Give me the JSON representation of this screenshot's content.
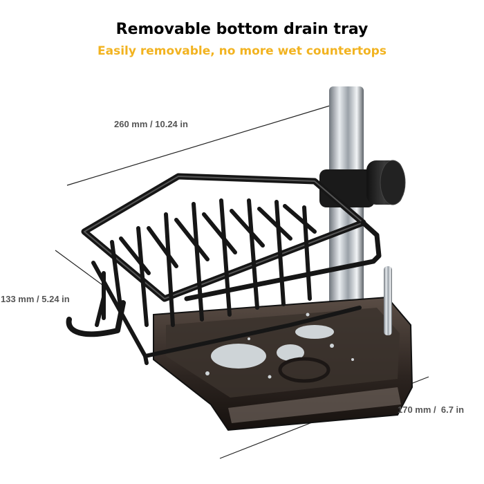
{
  "header": {
    "title": "Removable bottom drain tray",
    "subtitle": "Easily removable, no more wet countertops"
  },
  "dimensions": {
    "length": "260 mm / 10.24 in",
    "height": "133 mm / 5.24 in",
    "width": "170 mm /  6.7 in"
  },
  "colors": {
    "title": "#000000",
    "subtitle": "#f2b320",
    "dimension_text": "#555555",
    "rack": "#1a1a1a",
    "tray": "#2b2320",
    "faucet": "#b9bec4"
  },
  "product": {
    "icon": "sink-caddy-product-image"
  }
}
